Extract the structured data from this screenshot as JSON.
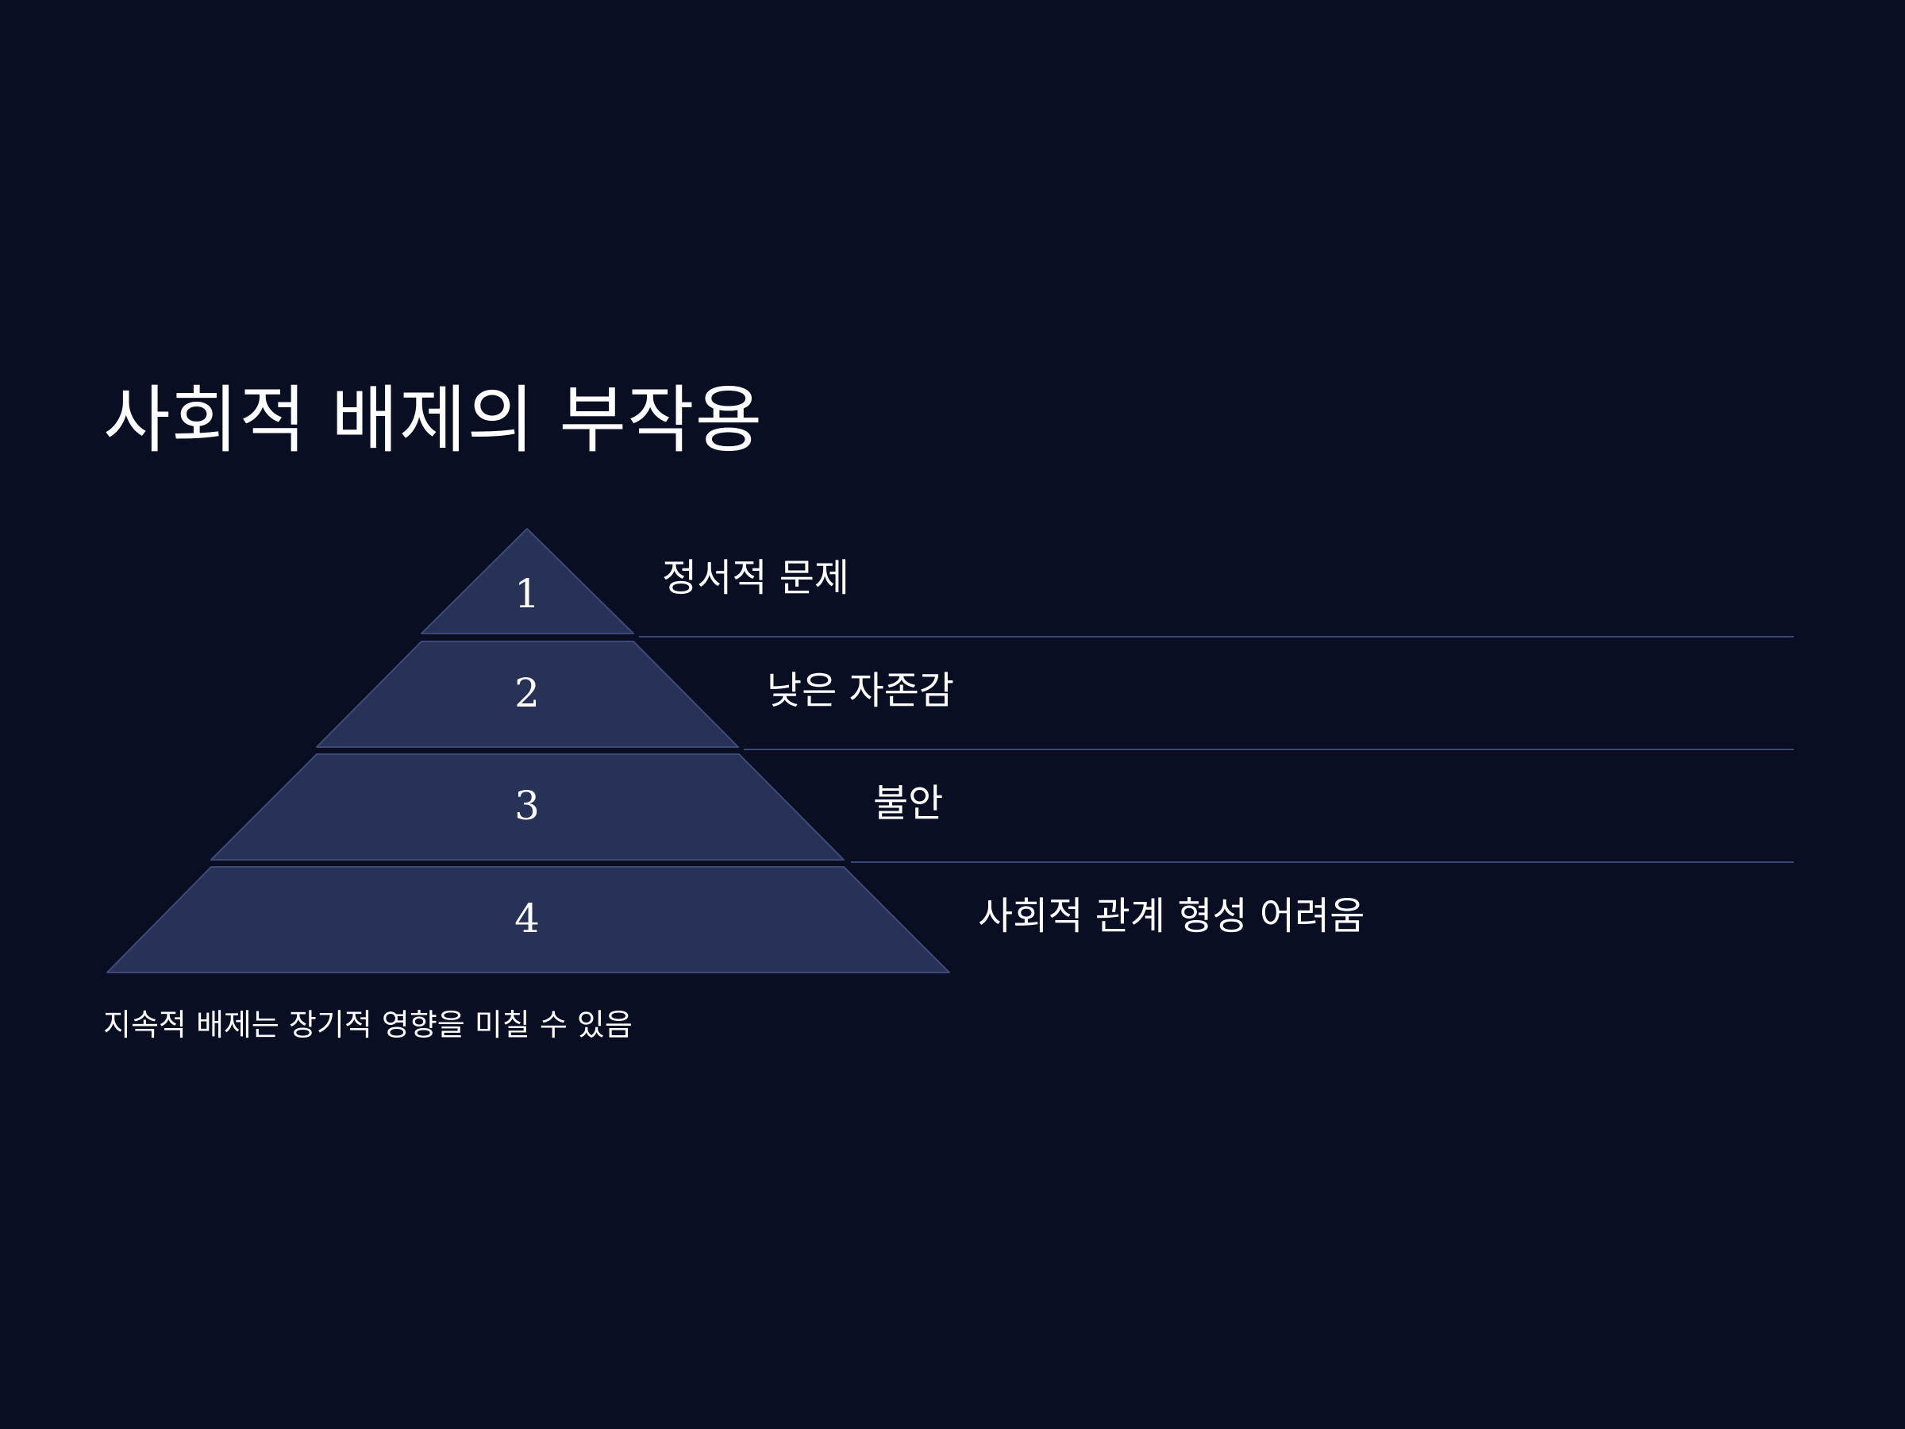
{
  "slide": {
    "title": "사회적 배제의 부작용",
    "footnote": "지속적 배제는 장기적 영향을 미칠 수 있음"
  },
  "pyramid": {
    "levels": [
      {
        "number": "1",
        "label": "정서적 문제"
      },
      {
        "number": "2",
        "label": "낮은 자존감"
      },
      {
        "number": "3",
        "label": "불안"
      },
      {
        "number": "4",
        "label": "사회적 관계 형성 어려움"
      }
    ]
  },
  "colors": {
    "background": "#0a0e23",
    "segment_fill": "#283257",
    "segment_stroke": "#3d4a78",
    "divider": "#3b4775",
    "text": "#ffffff"
  }
}
